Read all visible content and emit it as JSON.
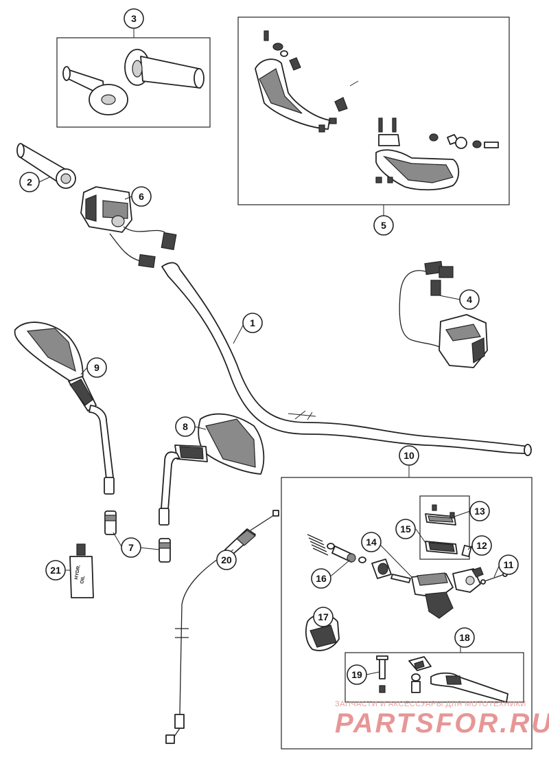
{
  "callouts": [
    {
      "id": "c1",
      "label": "1"
    },
    {
      "id": "c2",
      "label": "2"
    },
    {
      "id": "c3",
      "label": "3"
    },
    {
      "id": "c4",
      "label": "4"
    },
    {
      "id": "c5",
      "label": "5"
    },
    {
      "id": "c6",
      "label": "6"
    },
    {
      "id": "c7",
      "label": "7"
    },
    {
      "id": "c8",
      "label": "8"
    },
    {
      "id": "c9",
      "label": "9"
    },
    {
      "id": "c10",
      "label": "10"
    },
    {
      "id": "c11",
      "label": "11"
    },
    {
      "id": "c12",
      "label": "12"
    },
    {
      "id": "c13",
      "label": "13"
    },
    {
      "id": "c14",
      "label": "14"
    },
    {
      "id": "c15",
      "label": "15"
    },
    {
      "id": "c16",
      "label": "16"
    },
    {
      "id": "c17",
      "label": "17"
    },
    {
      "id": "c18",
      "label": "18"
    },
    {
      "id": "c19",
      "label": "19"
    },
    {
      "id": "c20",
      "label": "20"
    },
    {
      "id": "c21",
      "label": "21"
    }
  ],
  "oil_bottle": {
    "line1": "HYDR.",
    "line2": "OIL"
  },
  "watermark": {
    "tagline": "ЗАПЧАСТИ И АКСЕССУАРЫ ДЛЯ МОТОТЕХНИКИ",
    "logo": "PARTSFOR.RU"
  }
}
